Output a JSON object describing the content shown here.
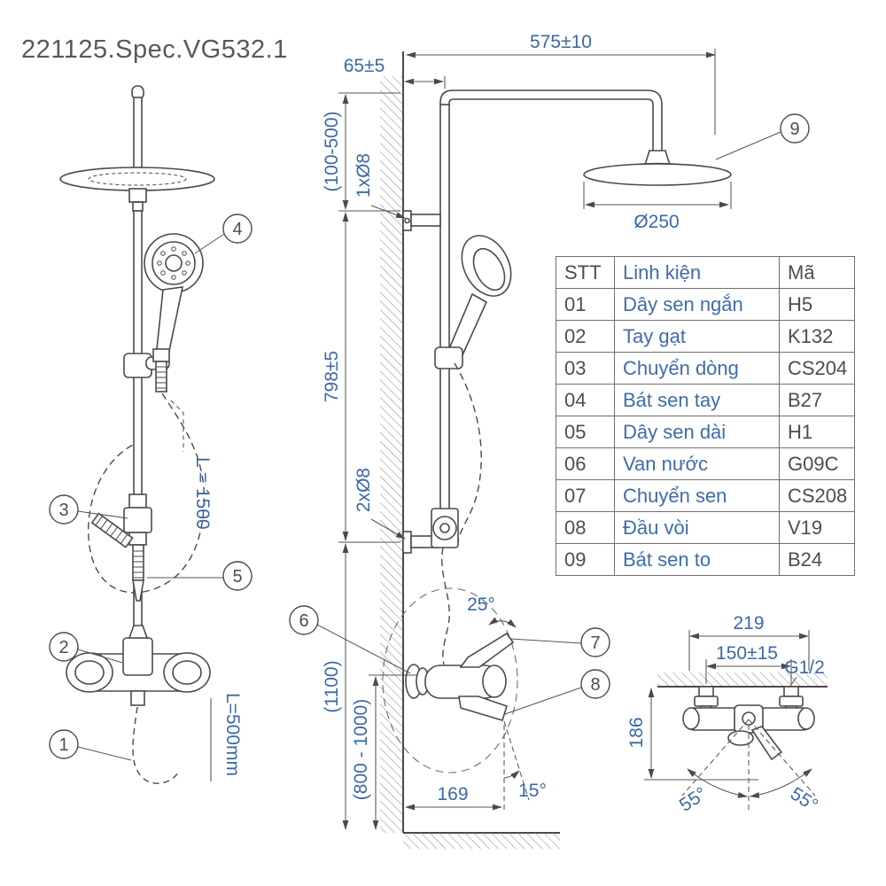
{
  "title": "221125.Spec.VG532.1",
  "colors": {
    "line": "#4a4a4a",
    "dim_text": "#3b69a5",
    "dark_text": "#4d4d4d"
  },
  "dims": {
    "d575": "575±10",
    "d65": "65±5",
    "d100_500": "(100-500)",
    "d1x8": "1xØ8",
    "d798": "798±5",
    "d2x8": "2xØ8",
    "d1100": "(1100)",
    "d800_1000": "(800 - 1000)",
    "d169": "169",
    "d15": "15°",
    "d25": "25°",
    "d250": "Ø250",
    "hose_long": "L = 1500",
    "spout_len": "L=500mm",
    "d219": "219",
    "d150": "150±15",
    "g12": "G1/2",
    "d186": "186",
    "a55l": "55°",
    "a55r": "55°"
  },
  "callouts": {
    "c1": "1",
    "c2": "2",
    "c3": "3",
    "c4": "4",
    "c5": "5",
    "c6": "6",
    "c7": "7",
    "c8": "8",
    "c9": "9"
  },
  "table": {
    "headers": [
      "STT",
      "Linh kiện",
      "Mã"
    ],
    "rows": [
      [
        "01",
        "Dây sen ngắn",
        "H5"
      ],
      [
        "02",
        "Tay gạt",
        "K132"
      ],
      [
        "03",
        "Chuyển dòng",
        "CS204"
      ],
      [
        "04",
        "Bát sen tay",
        "B27"
      ],
      [
        "05",
        "Dây sen dài",
        "H1"
      ],
      [
        "06",
        "Van nước",
        "G09C"
      ],
      [
        "07",
        "Chuyển sen",
        "CS208"
      ],
      [
        "08",
        "Đầu vòi",
        "V19"
      ],
      [
        "09",
        "Bát sen to",
        "B24"
      ]
    ]
  }
}
